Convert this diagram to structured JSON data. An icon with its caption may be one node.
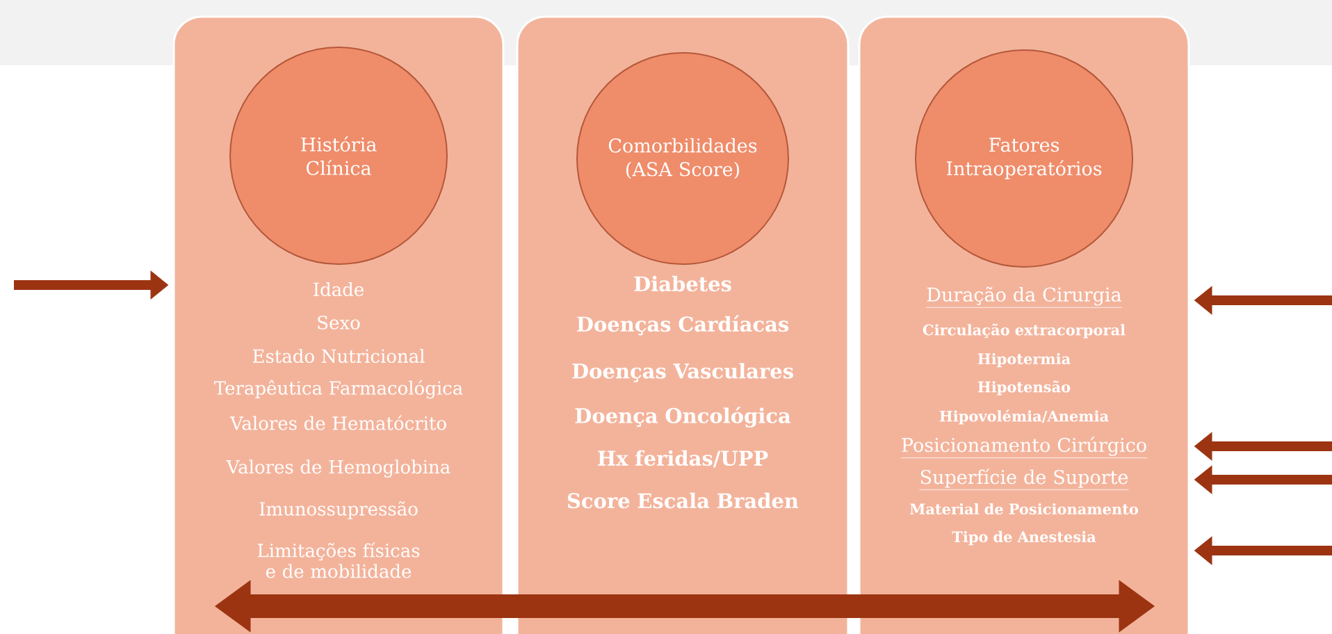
{
  "diagram": {
    "nodes": [
      {
        "text": [
          "Idade",
          "Sexo",
          "Estado Nutricional",
          "Terapêutica Farmacológica",
          "Valores de Hematócrito",
          "Valores de Hemoglobina",
          "Imunossupressão",
          "Limitações físicas e de mobilidade"
        ]
      },
      {
        "text": [
          "História Clínica"
        ],
        "in": 0
      },
      {
        "text": [
          "Diabetes",
          "Doenças Cardíacas",
          "Doenças Vasculares",
          "Doença Oncológica",
          "Hx feridas/UPP",
          "Score Escala Braden"
        ]
      },
      {
        "text": [
          "Comorbilidades (ASA Score)"
        ],
        "in": 2
      },
      {
        "text": [
          "Duração da Cirurgia",
          "Circulação extracorporal",
          "Hipotermia",
          "Hipotensão",
          "Hipovolémia/Anemia",
          "Posicionamento Cirúrgico",
          "Superfície de Suporte",
          "Material de Posicionamento",
          "Tipo de Anestesia"
        ]
      },
      {
        "text": [
          "Fatores Intraoperatórios"
        ],
        "in": 4
      }
    ],
    "edges": [
      {
        "from": null,
        "to": 0,
        "arrow": "to"
      },
      {
        "from": null,
        "to": 4,
        "arrow": "to"
      },
      {
        "from": null,
        "to": 4,
        "arrow": "to"
      },
      {
        "from": null,
        "to": 4,
        "arrow": "to"
      },
      {
        "from": null,
        "to": 4,
        "arrow": "to"
      },
      {
        "from": 0,
        "to": 4,
        "arrow": "both",
        "style": "thick"
      }
    ]
  }
}
